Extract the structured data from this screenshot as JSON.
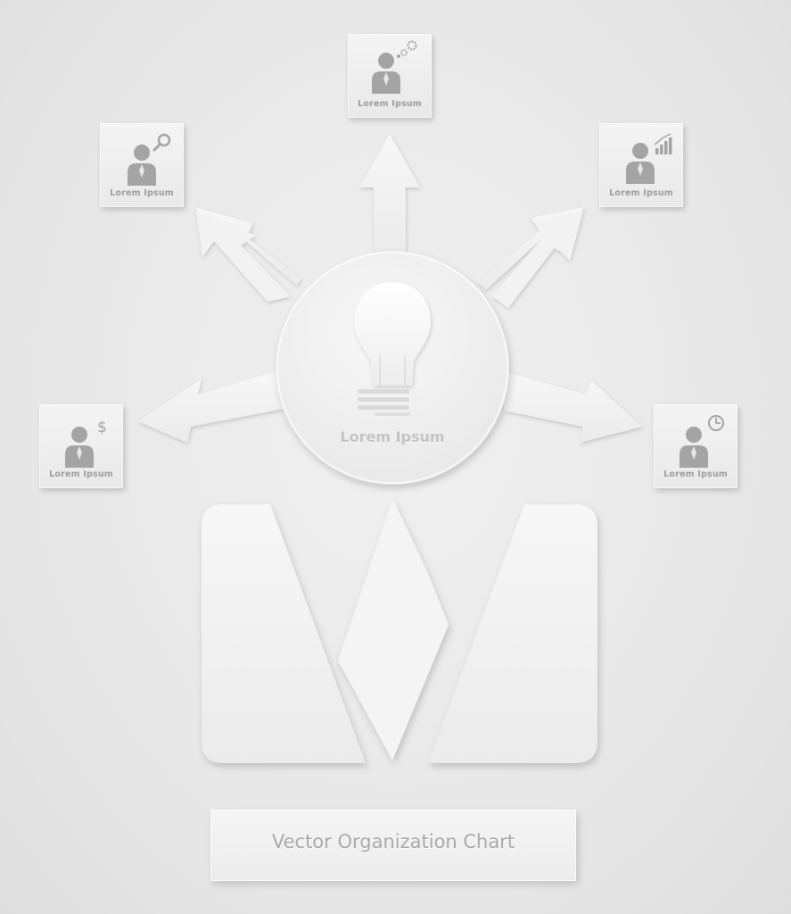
{
  "diagram": {
    "center_label": "Lorem Ipsum",
    "title": "Vector Organization Chart",
    "nodes": [
      {
        "label": "Lorem Ipsum",
        "icon": "person-gears-icon"
      },
      {
        "label": "Lorem Ipsum",
        "icon": "person-magnifier-icon"
      },
      {
        "label": "Lorem Ipsum",
        "icon": "person-bar-chart-icon"
      },
      {
        "label": "Lorem Ipsum",
        "icon": "person-dollar-icon"
      },
      {
        "label": "Lorem Ipsum",
        "icon": "person-clock-icon"
      }
    ],
    "colors": {
      "background": "#e9e9e9",
      "paper": "#f3f3f3",
      "icon": "#a4a4a4",
      "text": "#a9a9a9"
    }
  }
}
